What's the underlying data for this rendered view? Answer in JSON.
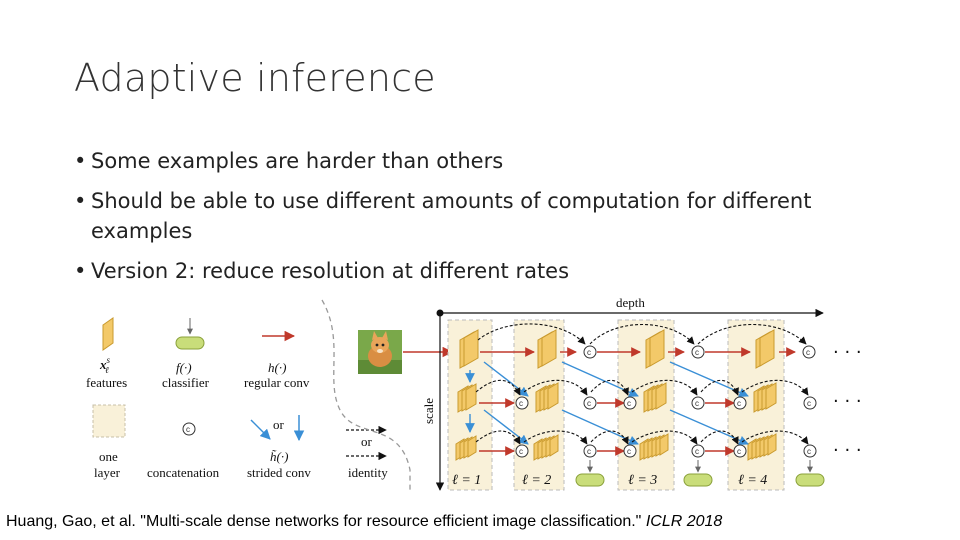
{
  "slide": {
    "title": "Adaptive inference",
    "bullets": [
      "Some examples are harder than others",
      "Should be able to use different amounts of computation for different examples",
      "Version 2: reduce resolution at different rates"
    ],
    "bullet_glyph": "•",
    "citation_main": "Huang, Gao, et al. \"Multi-scale dense networks for resource efficient image classification.\"",
    "citation_venue": "ICLR 2018"
  },
  "diagram": {
    "legend": {
      "features_symbol": "x",
      "features_sup": "s",
      "features_sub": "ℓ",
      "features_label": "features",
      "classifier_symbol": "f(·)",
      "classifier_label": "classifier",
      "regular_conv_symbol": "h(·)",
      "regular_conv_label": "regular conv",
      "layer_label_1": "one",
      "layer_label_2": "layer",
      "concat_glyph": "c",
      "concatenation_label": "concatenation",
      "or_1": "or",
      "strided_conv_symbol": "h̃(·)",
      "strided_conv_label": "strided conv",
      "or_2": "or",
      "identity_label": "identity"
    },
    "axes": {
      "depth_label": "depth",
      "scale_label": "scale"
    },
    "ellipsis": "· · ·",
    "layer_labels": [
      "ℓ = 1",
      "ℓ = 2",
      "ℓ = 3",
      "ℓ = 4"
    ],
    "colors": {
      "feature_fill": "#f3c969",
      "feature_edge": "#c99a2e",
      "classifier_fill": "#c9dd7a",
      "regular_conv": "#c0392b",
      "strided_conv": "#3a8fd6",
      "layer_box": "#f9f1d9"
    }
  }
}
